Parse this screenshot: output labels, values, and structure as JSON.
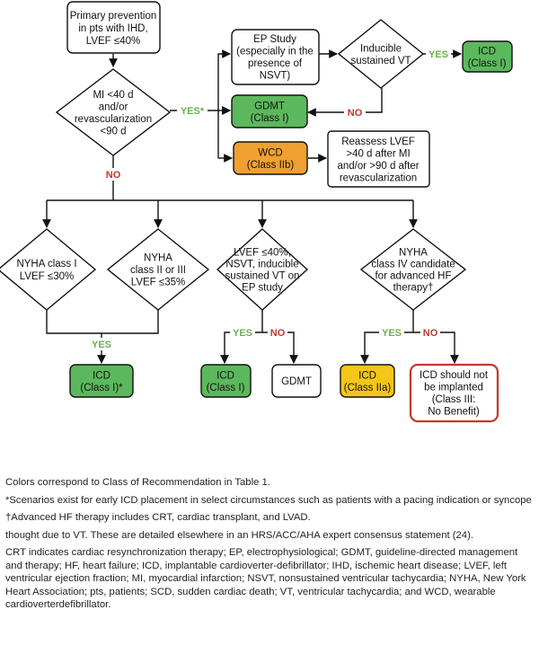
{
  "colors": {
    "class1_fill": "#5cb85c",
    "class2a_fill": "#f5c518",
    "class2b_fill": "#f0a030",
    "class3_border": "#c0392b",
    "yes": "#6ab04c",
    "no": "#c0392b"
  },
  "nodes": {
    "start": [
      "Primary prevention",
      "in pts with IHD,",
      "LVEF ≤40%"
    ],
    "mi_decision": [
      "MI <40 d",
      "and/or",
      "revascularization",
      "<90 d"
    ],
    "ep_study": [
      "EP Study",
      "(especially in the",
      "presence of",
      "NSVT)"
    ],
    "inducible_vt": [
      "Inducible",
      "sustained VT"
    ],
    "icd_top": [
      "ICD",
      "(Class I)"
    ],
    "gdmt_top": [
      "GDMT",
      "(Class I)"
    ],
    "wcd": [
      "WCD",
      "(Class IIb)"
    ],
    "reassess": [
      "Reassess LVEF",
      ">40 d after MI",
      "and/or >90 d after",
      "revascularization"
    ],
    "nyha1": [
      "NYHA class I",
      "LVEF ≤30%"
    ],
    "nyha23": [
      "NYHA",
      "class II or III",
      "LVEF ≤35%"
    ],
    "lvef_nsvt": [
      "LVEF ≤40%,",
      "NSVT, inducible",
      "sustained VT on",
      "EP study"
    ],
    "nyha4": [
      "NYHA",
      "class IV candidate",
      "for advanced HF",
      "therapy†"
    ],
    "icd_left": [
      "ICD",
      "(Class I)*"
    ],
    "icd_mid": [
      "ICD",
      "(Class I)"
    ],
    "gdmt_mid": [
      "GDMT"
    ],
    "icd_2a": [
      "ICD",
      "(Class IIa)"
    ],
    "no_icd": [
      "ICD should not",
      "be implanted",
      "(Class III:",
      "No Benefit)"
    ]
  },
  "labels": {
    "yes_star": "YES*",
    "yes": "YES",
    "no": "NO"
  },
  "notes": [
    "Colors correspond to Class of Recommendation in Table 1.",
    "*Scenarios exist for early ICD placement in select circumstances such as patients with a pacing indication or syncope",
    "†Advanced HF therapy includes CRT, cardiac transplant, and LVAD.",
    "thought due to VT. These are detailed elsewhere in an HRS/ACC/AHA expert consensus statement (24).",
    "CRT indicates cardiac resynchronization therapy; EP, electrophysiological; GDMT, guideline-directed management and therapy; HF, heart failure; ICD, implantable cardioverter-defibrillator; IHD, ischemic heart disease; LVEF, left ventricular ejection fraction; MI, myocardial infarction; NSVT, nonsustained ventricular tachycardia; NYHA, New York Heart Association; pts, patients; SCD, sudden cardiac death; VT, ventricular tachycardia; and WCD, wearable cardioverterdefibrillator."
  ]
}
